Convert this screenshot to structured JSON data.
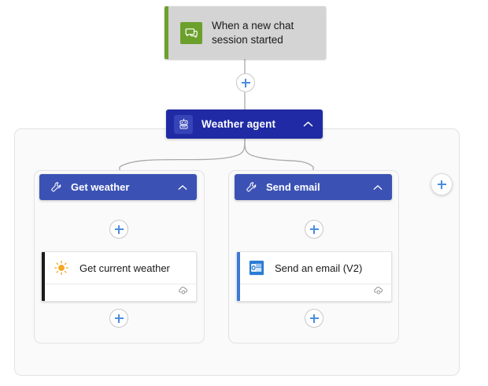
{
  "flow": {
    "trigger": {
      "title": "When a new chat session started",
      "icon": "chat-bubble-icon",
      "accent_color": "#6ca02c",
      "card_color": "#d4d4d4"
    },
    "agent": {
      "title": "Weather agent",
      "icon": "robot-icon",
      "expand_icon": "chevron-up-icon",
      "color": "#1f2aa4"
    },
    "tools": [
      {
        "title": "Get weather",
        "icon": "wrench-icon",
        "expand_icon": "chevron-up-icon",
        "color": "#3b52b4",
        "action": {
          "title": "Get current weather",
          "icon": "sun-icon",
          "footer_icon": "connector-icon",
          "accent_color": "#1b1a19"
        }
      },
      {
        "title": "Send email",
        "icon": "wrench-icon",
        "expand_icon": "chevron-up-icon",
        "color": "#3b52b4",
        "action": {
          "title": "Send an email (V2)",
          "icon": "outlook-icon",
          "footer_icon": "connector-icon",
          "accent_color": "#3b78d8"
        }
      }
    ],
    "add_buttons": {
      "label": "add-step",
      "icon": "plus-icon",
      "color": "#4a8ddc"
    }
  }
}
